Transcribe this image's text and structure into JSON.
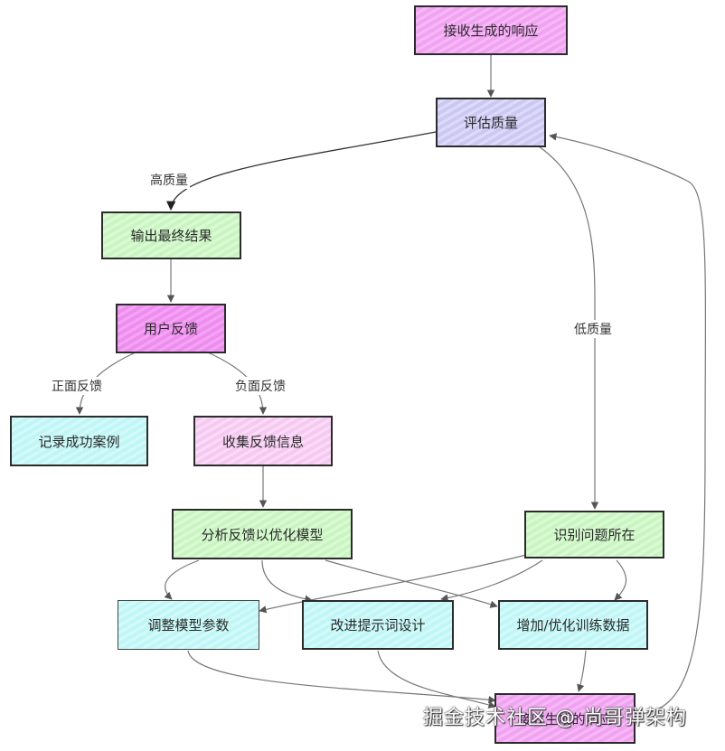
{
  "nodes": {
    "receive": "接收生成的响应",
    "evaluate": "评估质量",
    "output": "输出最终结果",
    "feedback": "用户反馈",
    "record": "记录成功案例",
    "collect": "收集反馈信息",
    "analyze": "分析反馈以优化模型",
    "identify": "识别问题所在",
    "adjust_params": "调整模型参数",
    "improve_prompt": "改进提示词设计",
    "add_data": "增加/优化训练数据",
    "final": "接收生成的响应"
  },
  "edges": {
    "high_quality": "高质量",
    "low_quality": "低质量",
    "positive": "正面反馈",
    "negative": "负面反馈"
  },
  "watermark": "掘金技术社区 @ 尚哥弹架构",
  "colors": {
    "pink": "#f2a2f2",
    "magenta": "#ef8cf0",
    "lavender": "#cbc8f4",
    "green": "#c9f6c0",
    "cyan": "#bff6f6",
    "light_pink": "#f6c9f2",
    "stroke": "#2b2b2b",
    "edge": "#777777"
  }
}
